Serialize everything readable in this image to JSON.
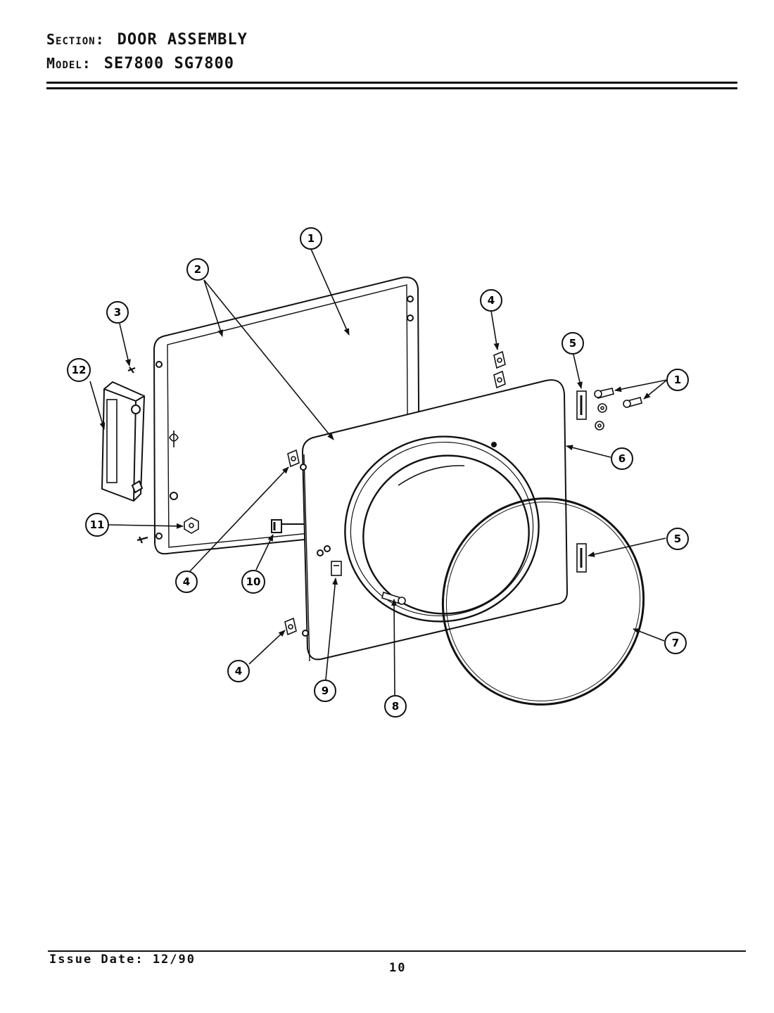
{
  "header": {
    "section_label": "Section:",
    "section_value": "DOOR ASSEMBLY",
    "model_label": "Model:",
    "model_value": "SE7800  SG7800"
  },
  "footer": {
    "issue_date": "Issue Date: 12/90",
    "page_number": "10"
  },
  "callouts": [
    "1",
    "2",
    "3",
    "4",
    "4",
    "4",
    "5",
    "1",
    "12",
    "11",
    "10",
    "6",
    "5",
    "7",
    "9",
    "8"
  ]
}
